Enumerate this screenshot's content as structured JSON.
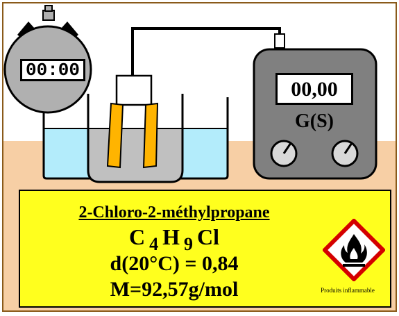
{
  "stopwatch": {
    "display": "00:00"
  },
  "conductimeter": {
    "display": "00,00",
    "label": "G(S)"
  },
  "info_panel": {
    "compound_name": "2-Chloro-2-méthylpropane",
    "formula": {
      "c": "C",
      "c_count": "4",
      "h": "H",
      "h_count": "9",
      "cl": "Cl"
    },
    "density": "d(20°C) = 0,84",
    "molar_mass": "M=92,57g/mol",
    "hazard_icon": "flammable-icon",
    "hazard_caption": "Produits inflammable"
  },
  "colors": {
    "bench": "#f7cfa5",
    "panel": "#ffff1e",
    "water": "#b3ecfb",
    "electrode": "#ffb400",
    "meter_body": "#808080",
    "hazard_red": "#d40000"
  }
}
